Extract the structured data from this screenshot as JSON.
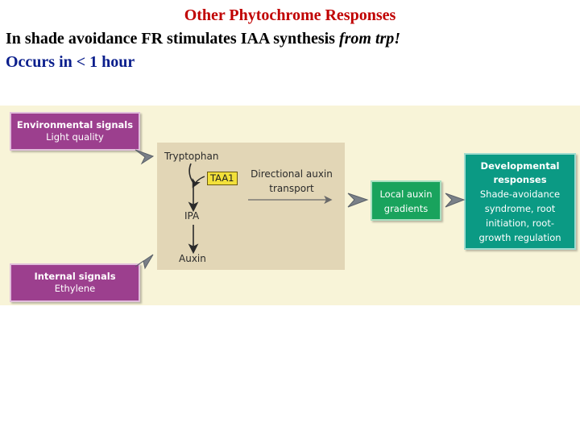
{
  "slide": {
    "title": "Other Phytochrome Responses",
    "line1_main": "In shade avoidance FR stimulates IAA synthesis ",
    "line1_emph": "from trp!",
    "line2": "Occurs in < 1 hour"
  },
  "diagram": {
    "environmental": {
      "title": "Environmental signals",
      "sub": "Light quality"
    },
    "internal": {
      "title": "Internal signals",
      "sub": "Ethylene"
    },
    "pathway": {
      "tryptophan": "Tryptophan",
      "enzyme": "TAA1",
      "ipa": "IPA",
      "auxin": "Auxin",
      "transport_line1": "Directional auxin",
      "transport_line2": "transport"
    },
    "local": {
      "line1": "Local auxin",
      "line2": "gradients"
    },
    "developmental": {
      "title_line1": "Developmental",
      "title_line2": "responses",
      "lines": [
        "Shade-avoidance",
        "syndrome, root",
        "initiation, root-",
        "growth regulation"
      ]
    },
    "colors": {
      "signal_box": "#9c3f8e",
      "local_box": "#19a35d",
      "developmental_box": "#0b9a84",
      "enzyme_highlight": "#f2e03a",
      "panel": "#e2d6b6",
      "background": "#f8f4d8"
    }
  }
}
